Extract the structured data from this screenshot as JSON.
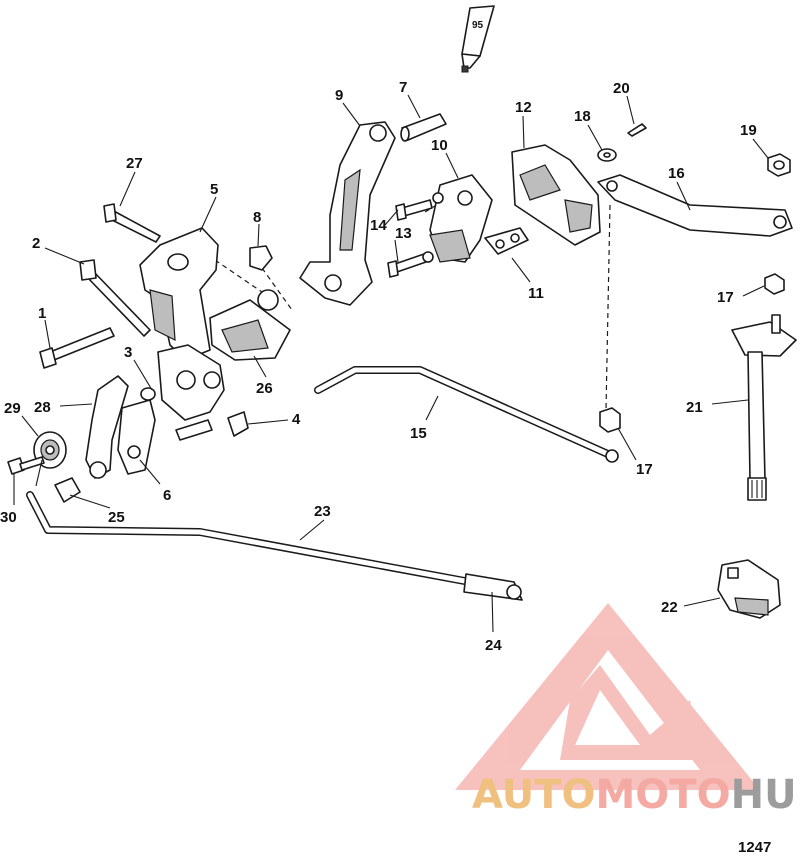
{
  "figure_number": "1247",
  "tube_label": "95",
  "watermark": {
    "segments": [
      {
        "text": "AUTO",
        "color": "#f0c080"
      },
      {
        "text": "MOTO",
        "color": "#f4a9a2"
      },
      {
        "text": "HUB",
        "color": "#9c9c9c"
      }
    ],
    "logo_color": "#f4a3a0"
  },
  "callouts": {
    "c1": "1",
    "c2": "2",
    "c3": "3",
    "c4": "4",
    "c5": "5",
    "c6": "6",
    "c7": "7",
    "c8": "8",
    "c9": "9",
    "c10": "10",
    "c11": "11",
    "c12": "12",
    "c13": "13",
    "c14": "14",
    "c15": "15",
    "c16": "16",
    "c17a": "17",
    "c17b": "17",
    "c18": "18",
    "c19": "19",
    "c20": "20",
    "c21": "21",
    "c22": "22",
    "c23": "23",
    "c24": "24",
    "c25": "25",
    "c26": "26",
    "c27": "27",
    "c28": "28",
    "c29": "29",
    "c30": "30"
  }
}
